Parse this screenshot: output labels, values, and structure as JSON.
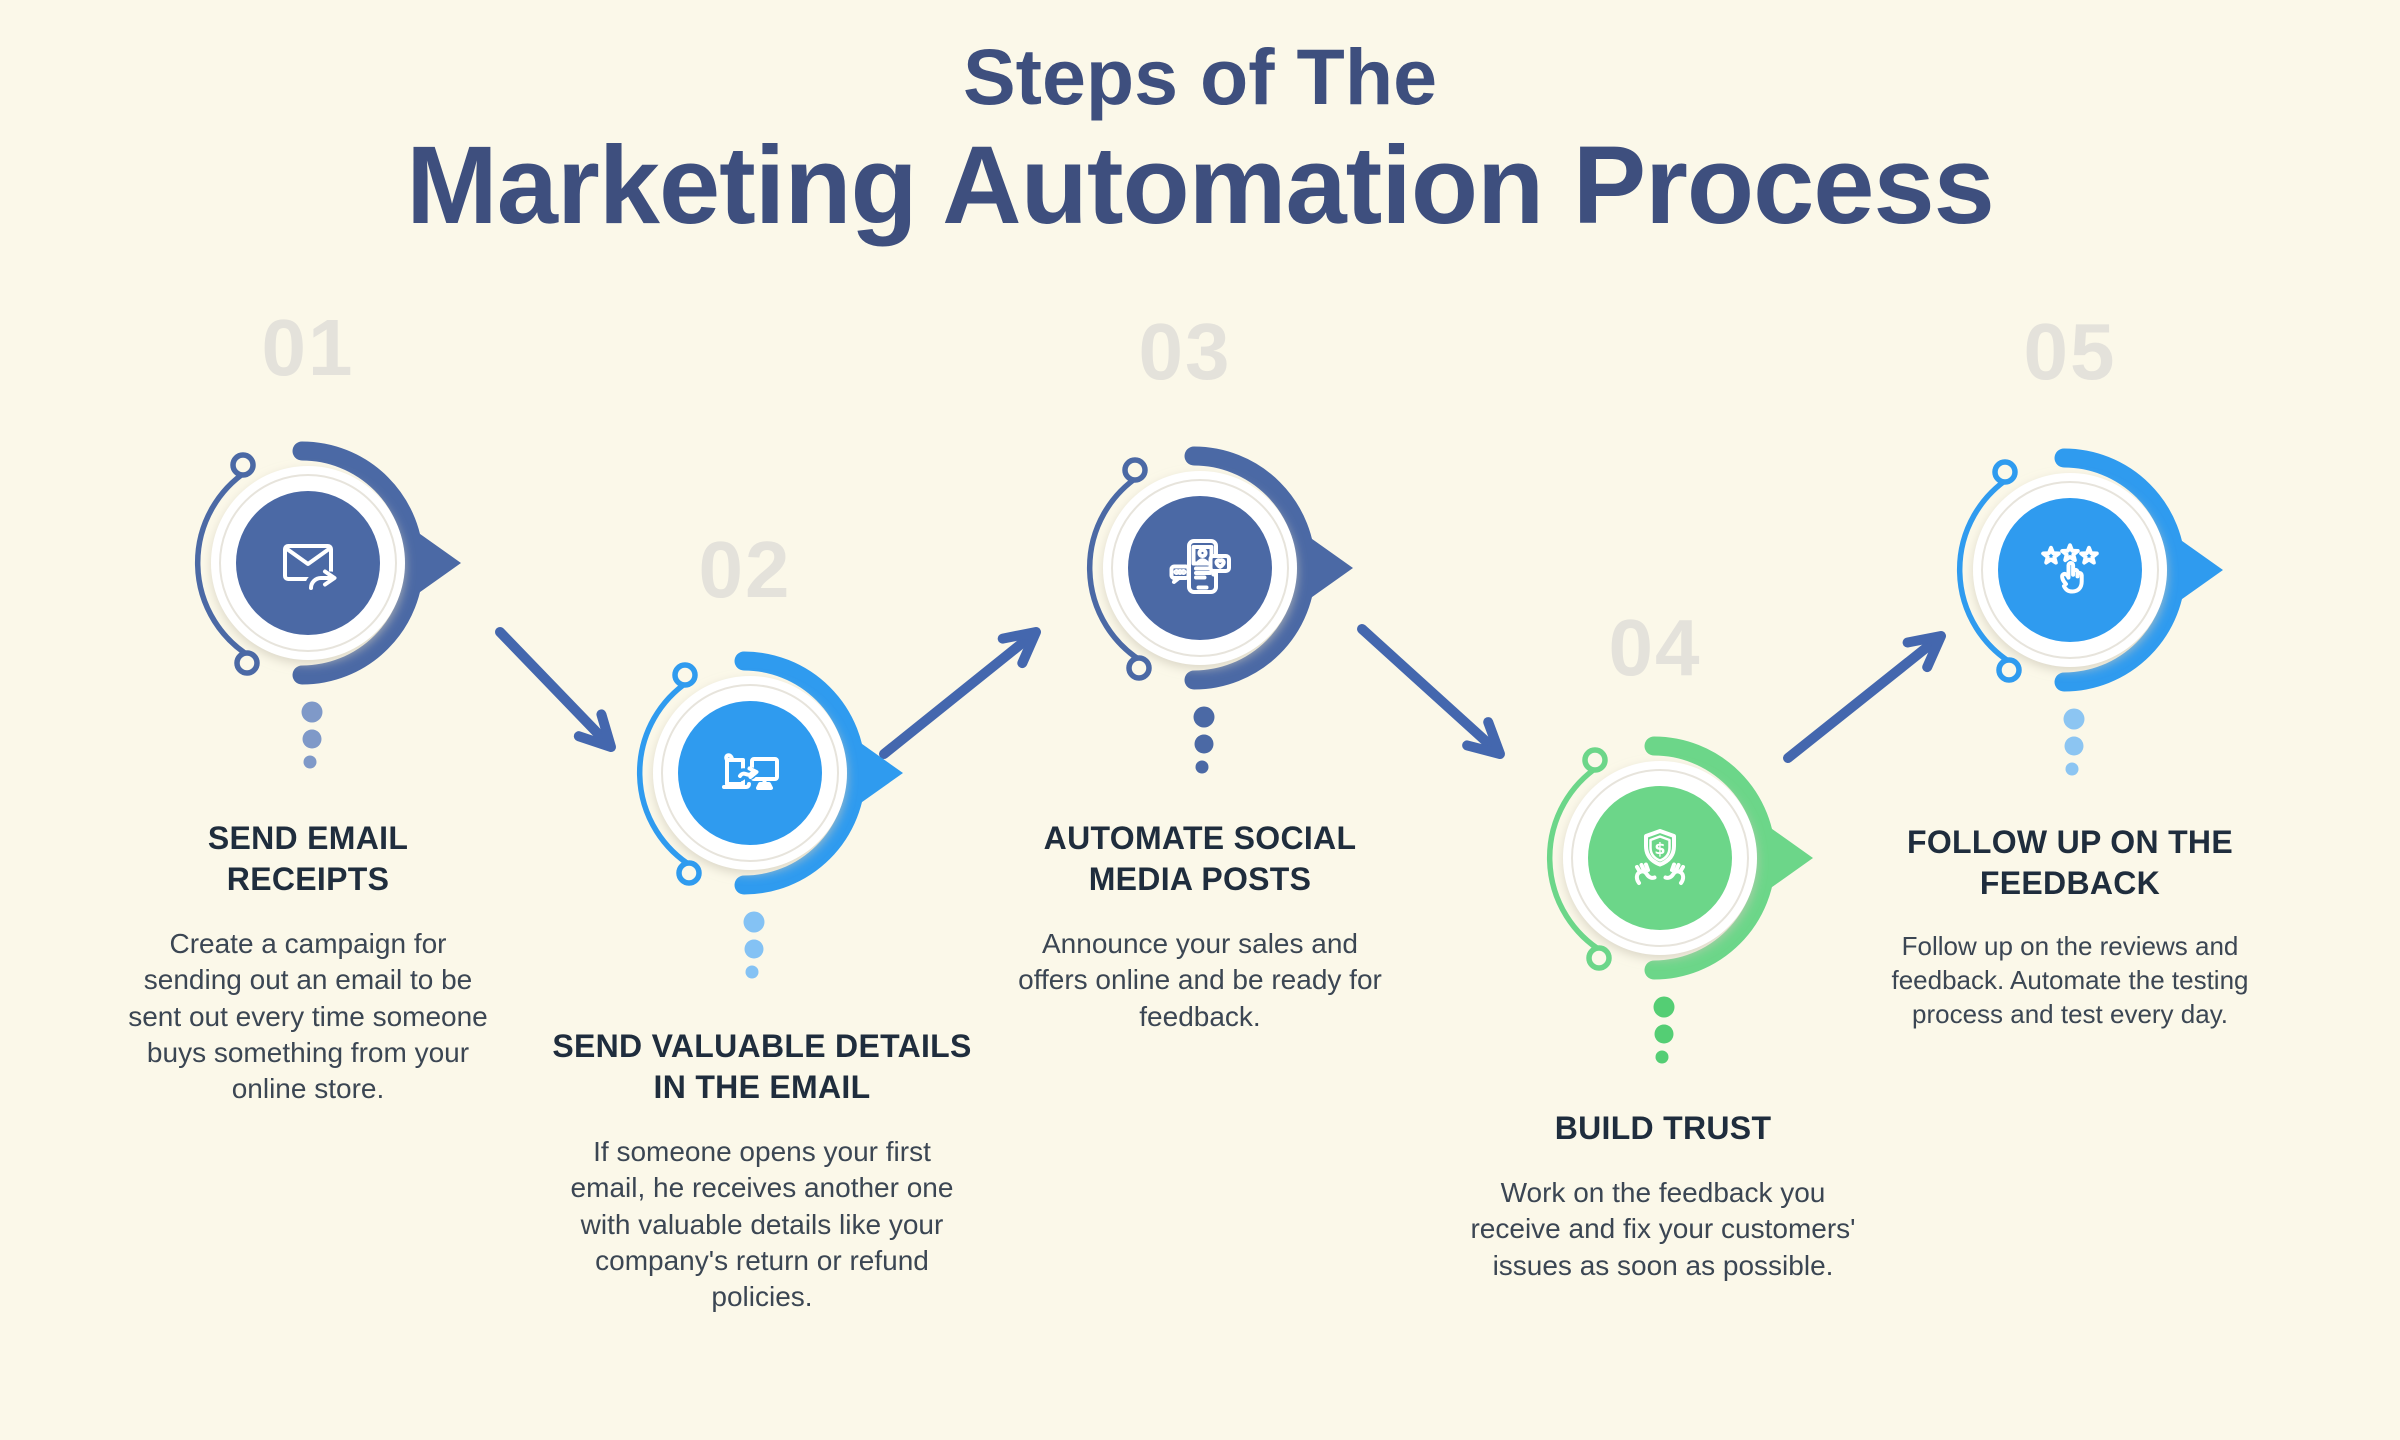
{
  "title": {
    "line1": "Steps of The",
    "line2": "Marketing Automation Process"
  },
  "palette": {
    "background": "#FBF8E9",
    "title_color": "#3E4F7E",
    "number_color": "#E4E2DB",
    "heading_color": "#1F2D3D",
    "body_color": "#3B4653",
    "arrow_color": "#4467AE",
    "dark_blue": "#4B69A5",
    "bright_blue": "#2F9BEF",
    "green": "#6CD689"
  },
  "steps": [
    {
      "number": "01",
      "title": "SEND EMAIL RECEIPTS",
      "description": "Create a campaign for sending out an email to be sent out every time someone buys something from your online store.",
      "icon": "email-forward-icon",
      "accent": "#4B69A5",
      "dot_color": "#7F99C8"
    },
    {
      "number": "02",
      "title": "SEND VALUABLE DETAILS IN THE EMAIL",
      "description": "If someone opens your first email, he receives another one with valuable details like your company's return or refund policies.",
      "icon": "content-transfer-icon",
      "accent": "#2F9BEF",
      "dot_color": "#84C2F4"
    },
    {
      "number": "03",
      "title": "AUTOMATE SOCIAL MEDIA POSTS",
      "description": "Announce your sales and offers online and be ready for feedback.",
      "icon": "social-media-post-icon",
      "accent": "#4B69A5",
      "dot_color": "#4B69A5"
    },
    {
      "number": "04",
      "title": "BUILD TRUST",
      "description": "Work on the feedback you receive and fix your customers' issues as soon as possible.",
      "icon": "trust-shield-icon",
      "accent": "#6CD689",
      "dot_color": "#54CE74"
    },
    {
      "number": "05",
      "title": "FOLLOW UP ON THE FEEDBACK",
      "description": "Follow up on the reviews and feedback. Automate the testing process and test every day.",
      "icon": "star-rating-icon",
      "accent": "#2F9BEF",
      "dot_color": "#8CC5F2"
    }
  ],
  "connections": [
    {
      "from": "01",
      "to": "02",
      "direction": "down-right"
    },
    {
      "from": "02",
      "to": "03",
      "direction": "up-right"
    },
    {
      "from": "03",
      "to": "04",
      "direction": "down-right"
    },
    {
      "from": "04",
      "to": "05",
      "direction": "up-right"
    }
  ]
}
